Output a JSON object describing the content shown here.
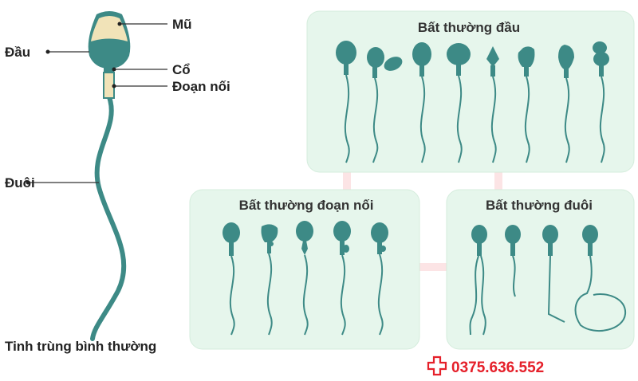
{
  "normal": {
    "labels": {
      "cap": "Mũ",
      "head": "Đầu",
      "neck": "Cổ",
      "midpiece": "Đoạn nối",
      "tail": "Đuôi"
    },
    "caption": "Tinh trùng bình thường"
  },
  "panels": {
    "head": {
      "title": "Bất thường đầu"
    },
    "midpiece": {
      "title": "Bất thường đoạn nối"
    },
    "tail": {
      "title": "Bất thường đuôi"
    }
  },
  "contact": {
    "phone": "0375.636.552",
    "icon": "medical-cross-icon"
  },
  "colors": {
    "sperm": "#3d8a86",
    "cap": "#f1e3b8",
    "midpiece": "#f1e3b8",
    "panel_bg": "#e6f6ec",
    "panel_border": "#d4ecdc",
    "phone": "#e5202a",
    "label_line": "#333333"
  }
}
